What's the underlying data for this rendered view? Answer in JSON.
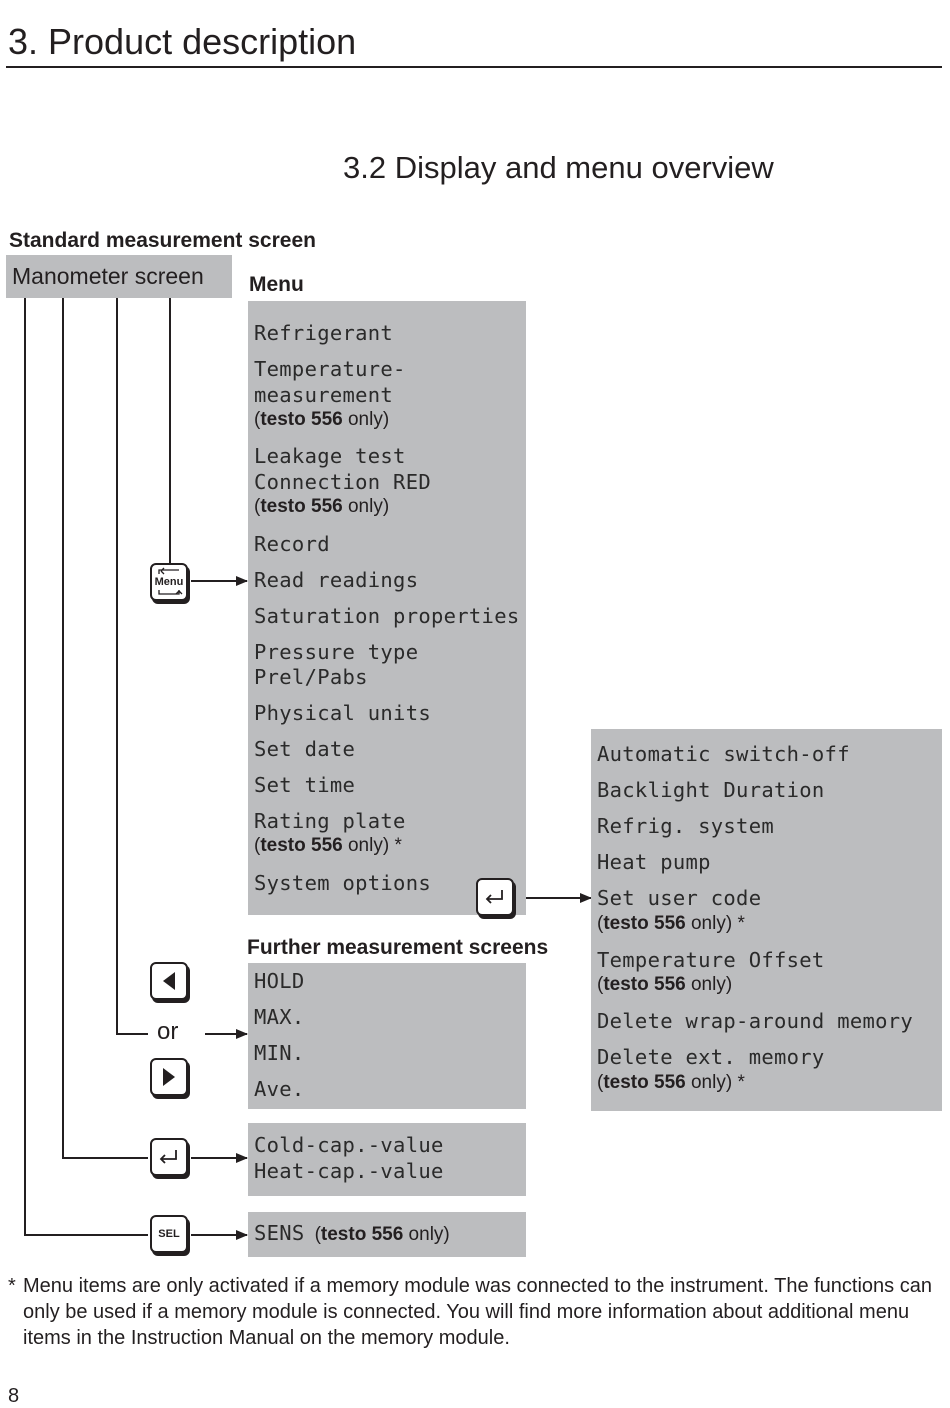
{
  "page_title": "3. Product description",
  "section_title": "3.2 Display and menu overview",
  "standard_screen_label": "Standard measurement screen",
  "manometer_screen": "Manometer screen",
  "menu_heading": "Menu",
  "menu_items": [
    {
      "lines": [
        "Refrigerant"
      ]
    },
    {
      "lines": [
        "Temperature-",
        "measurement"
      ],
      "note_model": "testo 556",
      "note_suffix": " only)"
    },
    {
      "lines": [
        "Leakage test",
        "Connection RED"
      ],
      "note_model": "testo 556",
      "note_suffix": " only)"
    },
    {
      "lines": [
        "Record"
      ]
    },
    {
      "lines": [
        "Read readings"
      ]
    },
    {
      "lines": [
        "Saturation properties"
      ]
    },
    {
      "lines": [
        "Pressure type",
        "Prel/Pabs"
      ]
    },
    {
      "lines": [
        "Physical units"
      ]
    },
    {
      "lines": [
        "Set date"
      ]
    },
    {
      "lines": [
        "Set time"
      ]
    },
    {
      "lines": [
        "Rating plate"
      ],
      "note_model": "testo 556",
      "note_suffix": " only) *"
    },
    {
      "lines": [
        "System options"
      ]
    }
  ],
  "system_options_items": [
    {
      "lines": [
        "Automatic switch-off"
      ]
    },
    {
      "lines": [
        "Backlight Duration"
      ]
    },
    {
      "lines": [
        "Refrig. system"
      ]
    },
    {
      "lines": [
        "Heat pump"
      ]
    },
    {
      "lines": [
        "Set user code"
      ],
      "note_model": "testo 556",
      "note_suffix": " only) *"
    },
    {
      "lines": [
        "Temperature Offset"
      ],
      "note_model": "testo 556",
      "note_suffix": " only)"
    },
    {
      "lines": [
        "Delete wrap-around memory"
      ]
    },
    {
      "lines": [
        "Delete ext. memory"
      ],
      "note_model": "testo 556",
      "note_suffix": " only) *"
    }
  ],
  "further_heading": "Further measurement screens",
  "further_items": [
    "HOLD",
    "MAX.",
    "MIN.",
    "Ave."
  ],
  "cap_items": [
    "Cold-cap.-value",
    "Heat-cap.-value"
  ],
  "sens_item": "SENS",
  "sens_note_model": "testo 556",
  "sens_note_suffix": " only)",
  "note_prefix": "(",
  "or_label": "or",
  "keys": {
    "menu": "Menu",
    "sel": "SEL"
  },
  "icons": {
    "menu_key": "menu-key-icon",
    "left_key": "left-arrow-key-icon",
    "right_key": "right-arrow-key-icon",
    "enter_key": "enter-key-icon",
    "sel_key": "sel-key-icon"
  },
  "footnote_star": "*",
  "footnote": "Menu items are only activated if a memory module was connected to the instrument. The functions can only be used if a memory module is connected. You will find more information about additional menu items in the Instruction Manual on the memory module.",
  "page_number": "8",
  "colors": {
    "panel_gray": "#bcbdbf",
    "text": "#231f20"
  }
}
